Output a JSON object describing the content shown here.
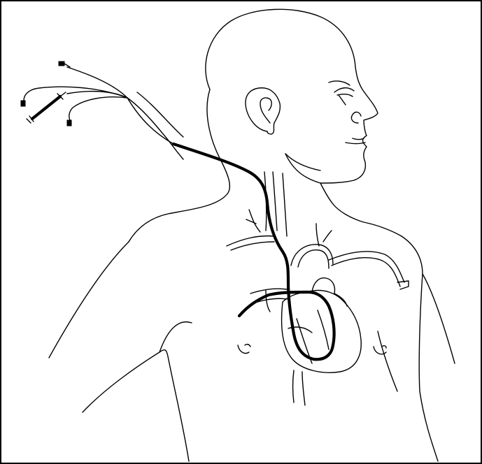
{
  "figure": {
    "description_text": "",
    "colors": {
      "stroke": "#000000",
      "background": "#ffffff"
    },
    "parts": [
      "border",
      "head-profile",
      "ear",
      "eye",
      "nose",
      "mouth",
      "neck",
      "shoulders",
      "torso",
      "heart",
      "aortic-arch",
      "subclavian-vessels",
      "jugular-vein",
      "catheter",
      "catheter-lumens",
      "syringe",
      "nipples"
    ]
  }
}
